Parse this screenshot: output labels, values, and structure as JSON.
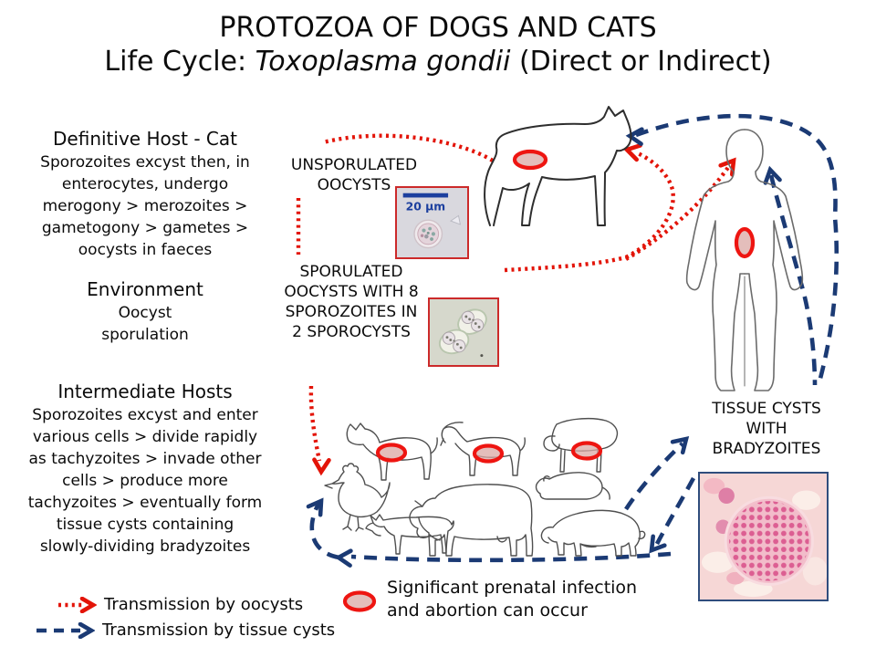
{
  "slide": {
    "title_line1": "PROTOZOA OF DOGS AND CATS",
    "title_line2_prefix": "Life Cycle: ",
    "title_line2_species": "Toxoplasma gondii",
    "title_line2_suffix": " (Direct or Indirect)"
  },
  "definitive_host": {
    "heading": "Definitive Host - Cat",
    "body": "Sporozoites excyst then, in enterocytes, undergo merogony > merozoites > gametogony > gametes > oocysts in faeces"
  },
  "environment": {
    "heading": "Environment",
    "body": "Oocyst sporulation"
  },
  "intermediate_hosts": {
    "heading": "Intermediate Hosts",
    "body": "Sporozoites excyst and enter various cells > divide rapidly as tachyzoites > invade other cells > produce more tachyzoites > eventually form tissue cysts containing slowly-dividing bradyzoites"
  },
  "stages": {
    "unsporulated": "UNSPORULATED OOCYSTS",
    "sporulated": "SPORULATED OOCYSTS WITH 8 SPOROZOITES IN 2 SPOROCYSTS",
    "tissue_cysts": "TISSUE CYSTS WITH BRADYZOITES",
    "scale_bar": "20 μm"
  },
  "legend": {
    "oocysts": "Transmission by oocysts",
    "tissue_cysts": "Transmission by tissue cysts",
    "prenatal": "Significant prenatal infection and abortion can occur"
  },
  "colors": {
    "oocyst-route": "#e31408",
    "tissue-route": "#1b3a74",
    "marker-stroke": "#ee1511",
    "marker-fill": "#dba8a4",
    "scalebar-blue": "#1c3f9e",
    "micro-border": "#cc2a2a",
    "histo-border": "#2f4d7d"
  }
}
